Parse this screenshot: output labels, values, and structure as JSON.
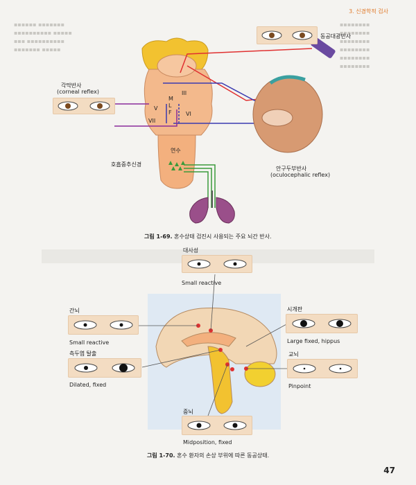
{
  "header": {
    "section": "3. 신경학적 검사"
  },
  "figure1": {
    "caption_label": "그림 1-69.",
    "caption_text": " 혼수상태 검진시 사용되는 주요 뇌간 반사.",
    "labels": {
      "pupillary_light_reflex": "동공대광반사",
      "corneal_reflex_ko": "각막반사",
      "corneal_reflex_en": "(corneal reflex)",
      "oculocephalic_ko": "안구두부반사",
      "oculocephalic_en": "(oculocephalic reflex)",
      "respiratory_center": "호흡중추신경",
      "medulla": "연수",
      "nerve_III": "III",
      "nerve_V": "V",
      "nerve_VI": "VI",
      "nerve_VII": "VII",
      "mlf_m": "M",
      "mlf_l": "L",
      "mlf_f": "F"
    }
  },
  "figure2": {
    "caption_label": "그림 1-70.",
    "caption_text": " 혼수 환자의 손상 부위에 따른 동공상태.",
    "pupils": {
      "metabolic": {
        "title": "대사성",
        "desc": "Small reactive"
      },
      "diencephalon": {
        "title": "간뇌",
        "desc": "Small reactive"
      },
      "thalamus": {
        "title": "시개판",
        "desc": "Large fixed, hippus"
      },
      "uncal": {
        "title": "측두엽 탈출",
        "desc": "Dilated, fixed"
      },
      "pons": {
        "title": "교뇌",
        "desc": "Pinpoint"
      },
      "midbrain": {
        "title": "중뇌",
        "desc": "Midposition, fixed"
      }
    }
  },
  "page_number": "47"
}
